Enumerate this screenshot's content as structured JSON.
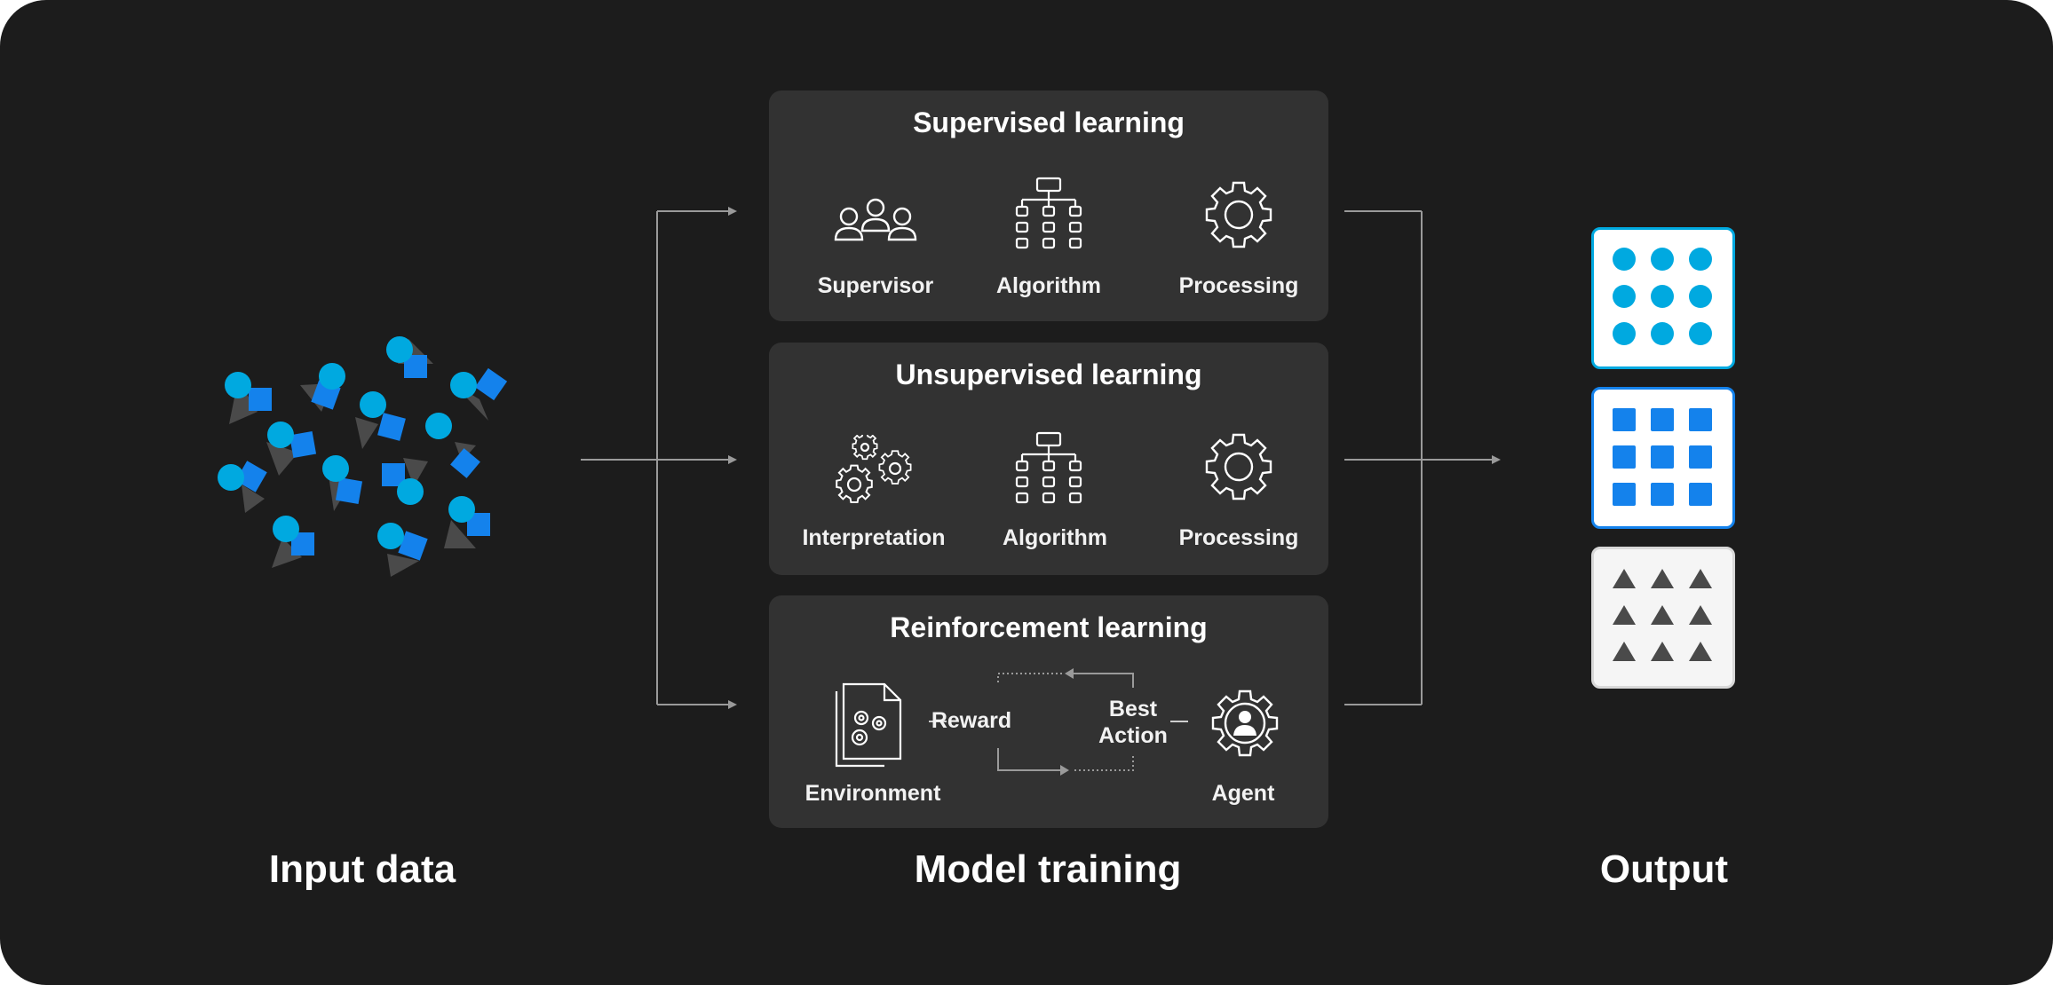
{
  "labels": {
    "input": "Input data",
    "training": "Model training",
    "output": "Output"
  },
  "panels": {
    "supervised": {
      "title": "Supervised learning",
      "items": [
        "Supervisor",
        "Algorithm",
        "Processing"
      ]
    },
    "unsupervised": {
      "title": "Unsupervised learning",
      "items": [
        "Interpretation",
        "Algorithm",
        "Processing"
      ]
    },
    "reinforcement": {
      "title": "Reinforcement learning",
      "environment": "Environment",
      "reward": "Reward",
      "best_action_line1": "Best",
      "best_action_line2": "Action",
      "agent": "Agent"
    }
  },
  "icons": {
    "supervisor": "people-group-icon",
    "algorithm": "hierarchy-icon",
    "processing": "gear-icon",
    "interpretation": "gears-icon",
    "environment": "document-gears-icon",
    "agent": "gear-person-icon"
  },
  "colors": {
    "background": "#1c1c1c",
    "panel": "#323232",
    "cyan": "#00a9e0",
    "blue": "#1482ec",
    "gray_triangle": "#4a4a4a",
    "connector": "#9a9a9a"
  }
}
